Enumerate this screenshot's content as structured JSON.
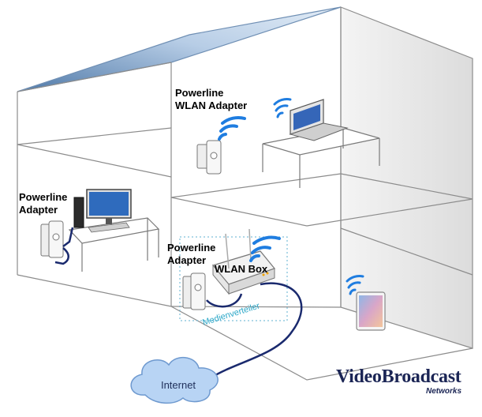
{
  "labels": {
    "wlan_adapter_upper": "Powerline\nWLAN Adapter",
    "adapter_left": "Powerline\nAdapter",
    "adapter_lower": "Powerline\nAdapter",
    "wlan_box": "WLAN Box",
    "medienverteiler": "Medienverteiler",
    "internet": "Internet"
  },
  "brand": {
    "name": "VideoBroadcast",
    "sub": "Networks"
  },
  "colors": {
    "house_line": "#8c8c8c",
    "roof_gradient_dark": "#4f79a8",
    "roof_gradient_light": "#e2ecf6",
    "wall_dark": "#d8d8d8",
    "wifi_blue": "#1f7de0",
    "cable_navy": "#1a2a6e",
    "cloud_fill": "#b8d4f4",
    "cloud_stroke": "#6e99cf",
    "medien_teal": "#29a6c7",
    "brand_navy": "#1b2555"
  },
  "icons": [
    "wifi-icon",
    "laptop-icon",
    "monitor-icon",
    "tablet-icon",
    "router-icon",
    "cloud-icon",
    "powerline-adapter-icon"
  ]
}
